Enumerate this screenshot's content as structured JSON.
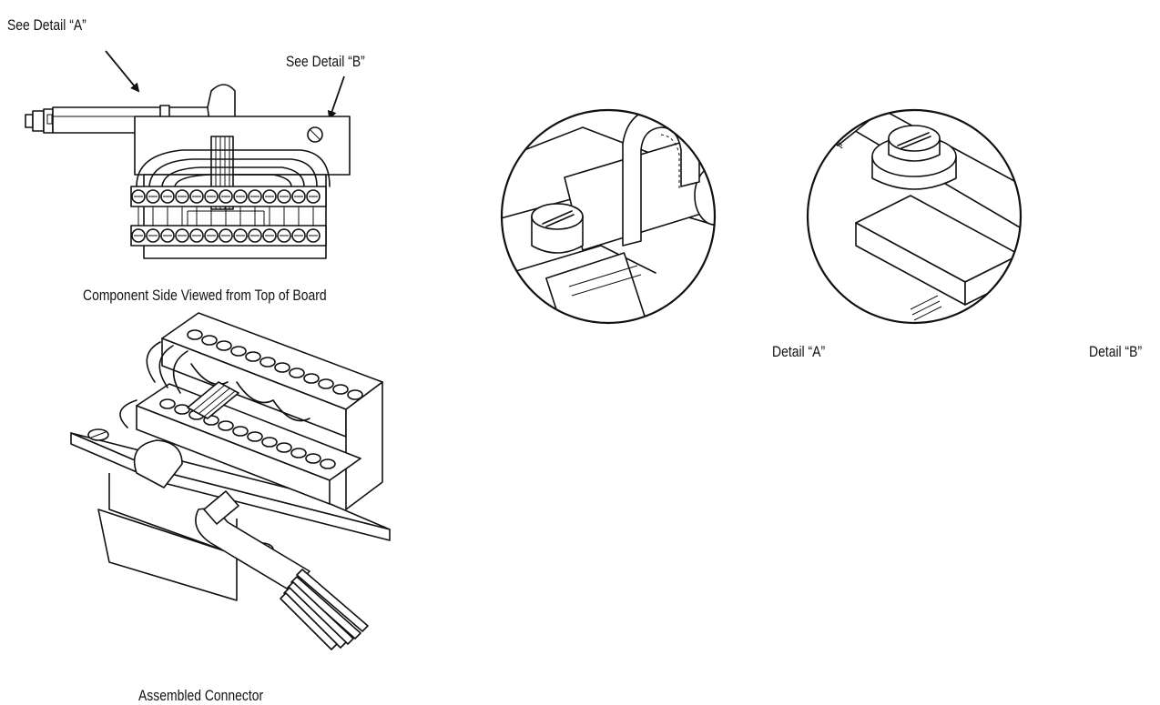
{
  "labels": {
    "see_detail_a": "See Detail “A”",
    "see_detail_b": "See Detail “B”",
    "component_side": "Component Side Viewed from Top of Board",
    "assembled_connector": "Assembled Connector",
    "detail_a": "Detail “A”",
    "detail_b": "Detail “B”"
  }
}
